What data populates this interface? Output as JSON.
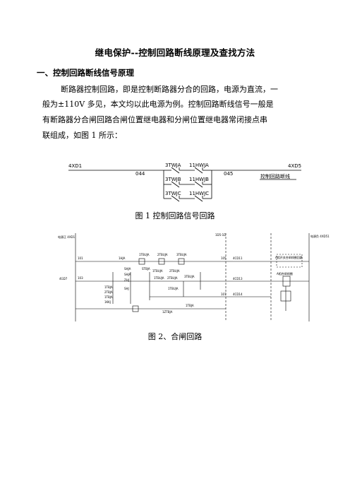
{
  "document": {
    "title": "继电保护--控制回路断线原理及查找方法",
    "section1_heading": "一、控制回路断线信号原理",
    "para_lines": [
      "断路器控制回路，即是控制断路器分合的回路，电源为直流，一",
      "般为±110V 多见，本文均以此电源为例。控制回路断线信号一般是",
      "有断路器分合闸回路合闸位置继电器和分闸位置继电器常闭接点串",
      "联组成，如图 1 所示："
    ],
    "fig1_caption": "图 1  控制回路信号回路",
    "fig2_caption": "图 2、合闸回路"
  },
  "fig1": {
    "left_terminal": "4XD1",
    "right_terminal": "4XD5",
    "wire_left": "044",
    "wire_right": "045",
    "contacts_left": [
      "3TWJA",
      "3TWJB",
      "3TWJC"
    ],
    "contacts_right": [
      "11HWJA",
      "11HWJB",
      "11HWJC"
    ],
    "output_label": "控制回路断线"
  },
  "fig2": {
    "labels": {
      "top_left_bus": "电源正\n4XD1",
      "top_right_bus": "电源负\n4XD51",
      "top_module": "1D5-1D",
      "left_mid": "4GD7",
      "k1": "1HJA",
      "k2": "1TBUJA",
      "k3": "2TBUJA",
      "k4": "3TBUJA",
      "k5": "SHJA",
      "k6": "SHJA",
      "k7": "ZHJ",
      "k8": "SHJ",
      "k9": "1TBJA",
      "k10": "2TBJA",
      "k11": "1TBJA",
      "k12": "1KKJ",
      "k13": "STBJA",
      "m1": "1TBUJA",
      "m2": "2TBUJA",
      "m3": "1TBUJA",
      "m4": "2TBUJA",
      "m5": "1TBUJA",
      "m6": "3TBUJA",
      "bottom1": "1TBJA",
      "bottom2": "1ZTBJA",
      "wire1": "4CD11",
      "wire2": "4CD13",
      "wire3": "4CD14",
      "num1": "101",
      "num2": "103",
      "num3": "105",
      "num4": "107",
      "right_box1": "A相开关合闸线圈回路",
      "right_box2": "A相合闸线圈"
    }
  }
}
